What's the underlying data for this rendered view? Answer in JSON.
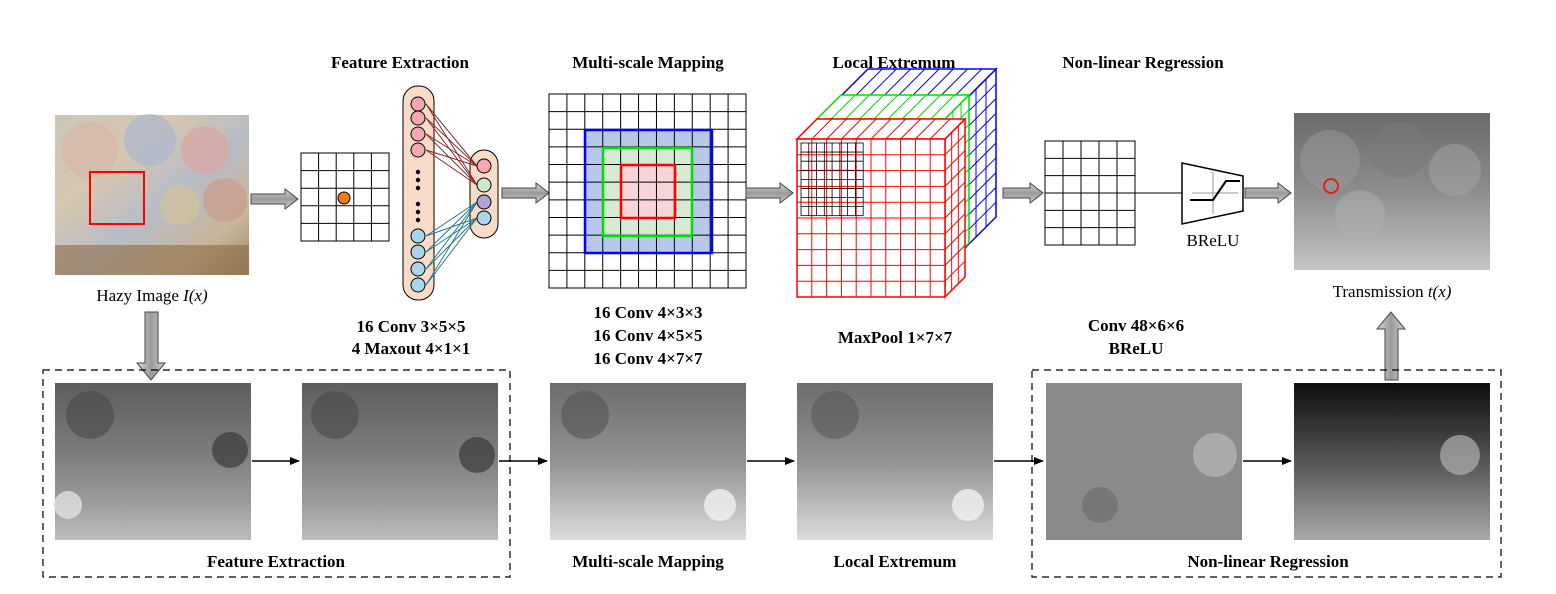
{
  "top_row": {
    "hazy_image_label": "Hazy Image",
    "hazy_image_var": "I(x)",
    "stages": [
      {
        "title": "Feature Extraction",
        "params": [
          "16 Conv 3×5×5",
          "4 Maxout 4×1×1"
        ]
      },
      {
        "title": "Multi-scale Mapping",
        "params": [
          "16 Conv 4×3×3",
          "16 Conv 4×5×5",
          "16 Conv 4×7×7"
        ]
      },
      {
        "title": "Local Extremum",
        "params": [
          "MaxPool 1×7×7"
        ]
      },
      {
        "title": "Non-linear Regression",
        "params": [
          "Conv 48×6×6",
          "BReLU"
        ]
      }
    ],
    "brelu_label": "BReLU",
    "output_label": "Transmission",
    "output_var": "t(x)"
  },
  "bottom_row": {
    "group_labels": [
      "Feature Extraction",
      "Multi-scale Mapping",
      "Local Extremum",
      "Non-linear Regression"
    ]
  },
  "colors": {
    "red": "#ff0000",
    "green": "#00dd00",
    "blue": "#0000ff",
    "neuron_pink": "#f1a8b3",
    "neuron_blue": "#a8d6ea",
    "neuron_orange": "#f07a1a",
    "neuron_green": "#cfe8c8",
    "neuron_purple": "#b3a3d6",
    "column_fill": "#f8dcc8",
    "arrow_gray": "#a6a6a6"
  }
}
